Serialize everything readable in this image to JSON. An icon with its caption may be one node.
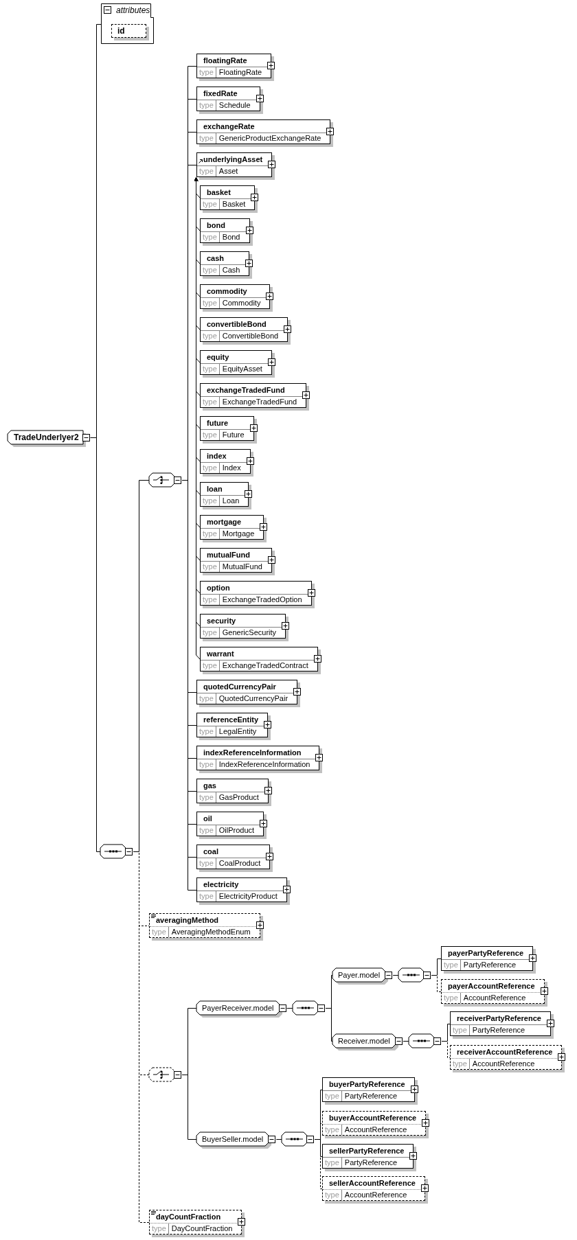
{
  "diagram": {
    "nodes": [
      {
        "text": [
          "TradeUnderlyer2"
        ]
      },
      {
        "text": [
          "attributes"
        ]
      },
      {
        "text": [
          "id"
        ],
        "in": 1
      },
      {
        "text": [],
        "shape": "octagon"
      },
      {
        "text": [],
        "shape": "octagon"
      },
      {
        "text": [
          "floatingRate",
          "type",
          "FloatingRate"
        ]
      },
      {
        "text": [
          "fixedRate",
          "type",
          "Schedule"
        ]
      },
      {
        "text": [
          "exchangeRate",
          "type",
          "GenericProductExchangeRate"
        ]
      },
      {
        "text": [
          "underlyingAsset",
          "type",
          "Asset"
        ]
      },
      {
        "text": [
          "basket",
          "type",
          "Basket"
        ]
      },
      {
        "text": [
          "bond",
          "type",
          "Bond"
        ]
      },
      {
        "text": [
          "cash",
          "type",
          "Cash"
        ]
      },
      {
        "text": [
          "commodity",
          "type",
          "Commodity"
        ]
      },
      {
        "text": [
          "convertibleBond",
          "type",
          "ConvertibleBond"
        ]
      },
      {
        "text": [
          "equity",
          "type",
          "EquityAsset"
        ]
      },
      {
        "text": [
          "exchangeTradedFund",
          "type",
          "ExchangeTradedFund"
        ]
      },
      {
        "text": [
          "future",
          "type",
          "Future"
        ]
      },
      {
        "text": [
          "index",
          "type",
          "Index"
        ]
      },
      {
        "text": [
          "loan",
          "type",
          "Loan"
        ]
      },
      {
        "text": [
          "mortgage",
          "type",
          "Mortgage"
        ]
      },
      {
        "text": [
          "mutualFund",
          "type",
          "MutualFund"
        ]
      },
      {
        "text": [
          "option",
          "type",
          "ExchangeTradedOption"
        ]
      },
      {
        "text": [
          "security",
          "type",
          "GenericSecurity"
        ]
      },
      {
        "text": [
          "warrant",
          "type",
          "ExchangeTradedContract"
        ]
      },
      {
        "text": [
          "quotedCurrencyPair",
          "type",
          "QuotedCurrencyPair"
        ]
      },
      {
        "text": [
          "referenceEntity",
          "type",
          "LegalEntity"
        ]
      },
      {
        "text": [
          "indexReferenceInformation",
          "type",
          "IndexReferenceInformation"
        ]
      },
      {
        "text": [
          "gas",
          "type",
          "GasProduct"
        ]
      },
      {
        "text": [
          "oil",
          "type",
          "OilProduct"
        ]
      },
      {
        "text": [
          "coal",
          "type",
          "CoalProduct"
        ]
      },
      {
        "text": [
          "electricity",
          "type",
          "ElectricityProduct"
        ]
      },
      {
        "text": [
          "averagingMethod",
          "type",
          "AveragingMethodEnum"
        ]
      },
      {
        "text": [],
        "shape": "octagon"
      },
      {
        "text": [
          "PayerReceiver.model"
        ]
      },
      {
        "text": [],
        "shape": "octagon"
      },
      {
        "text": [
          "Payer.model"
        ]
      },
      {
        "text": [],
        "shape": "octagon"
      },
      {
        "text": [
          "payerPartyReference",
          "type",
          "PartyReference"
        ]
      },
      {
        "text": [
          "payerAccountReference",
          "type",
          "AccountReference"
        ]
      },
      {
        "text": [
          "Receiver.model"
        ]
      },
      {
        "text": [],
        "shape": "octagon"
      },
      {
        "text": [
          "receiverPartyReference",
          "type",
          "PartyReference"
        ]
      },
      {
        "text": [
          "receiverAccountReference",
          "type",
          "AccountReference"
        ]
      },
      {
        "text": [
          "BuyerSeller.model"
        ]
      },
      {
        "text": [],
        "shape": "octagon"
      },
      {
        "text": [
          "buyerPartyReference",
          "type",
          "PartyReference"
        ]
      },
      {
        "text": [
          "buyerAccountReference",
          "type",
          "AccountReference"
        ]
      },
      {
        "text": [
          "sellerPartyReference",
          "type",
          "PartyReference"
        ]
      },
      {
        "text": [
          "sellerAccountReference",
          "type",
          "AccountReference"
        ]
      },
      {
        "text": [
          "dayCountFraction",
          "type",
          "DayCountFraction"
        ]
      }
    ],
    "edges": [
      {
        "from": 0,
        "to": 1,
        "arrow": "none"
      },
      {
        "from": 0,
        "to": 3,
        "arrow": "none"
      },
      {
        "from": 3,
        "to": 4,
        "arrow": "none"
      },
      {
        "from": 3,
        "to": 31,
        "arrow": "none",
        "style": "dashed"
      },
      {
        "from": 3,
        "to": 32,
        "arrow": "none",
        "style": "dashed"
      },
      {
        "from": 3,
        "to": 49,
        "arrow": "none",
        "style": "dashed"
      },
      {
        "from": 4,
        "to": 5,
        "arrow": "none"
      },
      {
        "from": 4,
        "to": 6,
        "arrow": "none"
      },
      {
        "from": 4,
        "to": 7,
        "arrow": "none"
      },
      {
        "from": 4,
        "to": 8,
        "arrow": "none"
      },
      {
        "from": 9,
        "to": 8,
        "arrow": "to"
      },
      {
        "from": 10,
        "to": 8,
        "arrow": "to"
      },
      {
        "from": 11,
        "to": 8,
        "arrow": "to"
      },
      {
        "from": 12,
        "to": 8,
        "arrow": "to"
      },
      {
        "from": 13,
        "to": 8,
        "arrow": "to"
      },
      {
        "from": 14,
        "to": 8,
        "arrow": "to"
      },
      {
        "from": 15,
        "to": 8,
        "arrow": "to"
      },
      {
        "from": 16,
        "to": 8,
        "arrow": "to"
      },
      {
        "from": 17,
        "to": 8,
        "arrow": "to"
      },
      {
        "from": 18,
        "to": 8,
        "arrow": "to"
      },
      {
        "from": 19,
        "to": 8,
        "arrow": "to"
      },
      {
        "from": 20,
        "to": 8,
        "arrow": "to"
      },
      {
        "from": 21,
        "to": 8,
        "arrow": "to"
      },
      {
        "from": 22,
        "to": 8,
        "arrow": "to"
      },
      {
        "from": 23,
        "to": 8,
        "arrow": "to"
      },
      {
        "from": 4,
        "to": 24,
        "arrow": "none"
      },
      {
        "from": 4,
        "to": 25,
        "arrow": "none"
      },
      {
        "from": 4,
        "to": 26,
        "arrow": "none"
      },
      {
        "from": 4,
        "to": 27,
        "arrow": "none"
      },
      {
        "from": 4,
        "to": 28,
        "arrow": "none"
      },
      {
        "from": 4,
        "to": 29,
        "arrow": "none"
      },
      {
        "from": 4,
        "to": 30,
        "arrow": "none"
      },
      {
        "from": 32,
        "to": 33,
        "arrow": "none"
      },
      {
        "from": 32,
        "to": 43,
        "arrow": "none"
      },
      {
        "from": 33,
        "to": 34,
        "arrow": "none"
      },
      {
        "from": 34,
        "to": 35,
        "arrow": "none"
      },
      {
        "from": 34,
        "to": 39,
        "arrow": "none"
      },
      {
        "from": 35,
        "to": 36,
        "arrow": "none"
      },
      {
        "from": 36,
        "to": 37,
        "arrow": "none"
      },
      {
        "from": 36,
        "to": 38,
        "arrow": "none",
        "style": "dashed"
      },
      {
        "from": 39,
        "to": 40,
        "arrow": "none"
      },
      {
        "from": 40,
        "to": 41,
        "arrow": "none"
      },
      {
        "from": 40,
        "to": 42,
        "arrow": "none",
        "style": "dashed"
      },
      {
        "from": 43,
        "to": 44,
        "arrow": "none"
      },
      {
        "from": 44,
        "to": 45,
        "arrow": "none"
      },
      {
        "from": 44,
        "to": 46,
        "arrow": "none",
        "style": "dashed"
      },
      {
        "from": 44,
        "to": 47,
        "arrow": "none"
      },
      {
        "from": 44,
        "to": 48,
        "arrow": "none",
        "style": "dashed"
      }
    ]
  }
}
